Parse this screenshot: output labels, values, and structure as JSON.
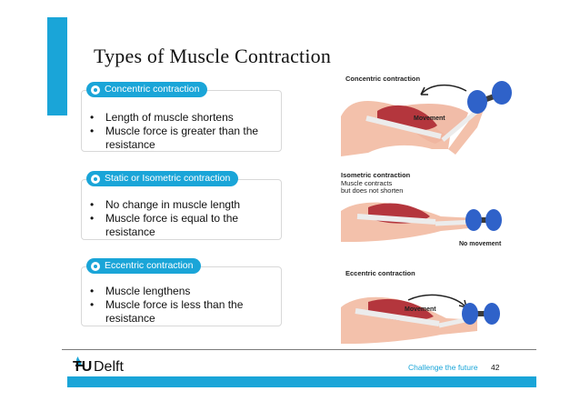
{
  "slide": {
    "title": "Types of Muscle Contraction",
    "cards": [
      {
        "tag": "Concentric contraction",
        "bullets": [
          "Length of muscle shortens",
          "Muscle force is greater than the resistance"
        ]
      },
      {
        "tag": "Static or Isometric contraction",
        "bullets": [
          "No change in muscle length",
          "Muscle force is equal to the resistance"
        ]
      },
      {
        "tag": "Eccentric contraction",
        "bullets": [
          "Muscle lengthens",
          "Muscle force is less than the resistance"
        ]
      }
    ]
  },
  "figures": {
    "concentric": {
      "label": "Concentric contraction",
      "movement": "Movement"
    },
    "isometric": {
      "label": "Isometric contraction",
      "sub1": "Muscle contracts",
      "sub2": "but does not shorten",
      "no_movement": "No movement"
    },
    "eccentric": {
      "label": "Eccentric contraction",
      "movement": "Movement"
    }
  },
  "footer": {
    "logo_tu": "TU",
    "logo_delft": "Delft",
    "tagline": "Challenge the future",
    "page_number": "42"
  },
  "colors": {
    "accent": "#1aa5d8",
    "skin": "#f0b59e",
    "muscle": "#b4363d",
    "dumbbell": "#2f62c9"
  }
}
